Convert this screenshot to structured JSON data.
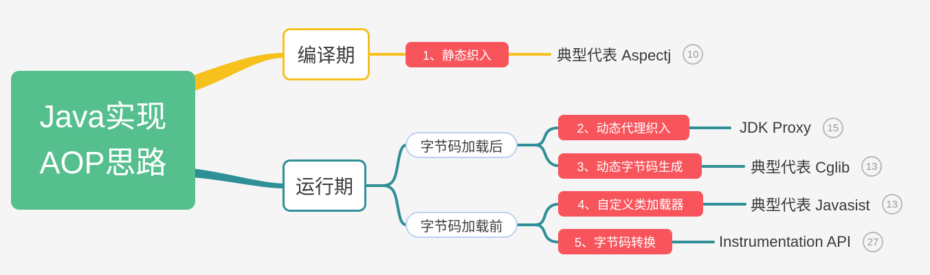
{
  "colors": {
    "background": "#f5f5f6",
    "root_green": "#55bf8e",
    "compile_branch_yellow": "#f6c01d",
    "runtime_branch_teal": "#2e8f96",
    "item_red": "#f8545c",
    "loader_pill_border_blue": "#bcd0ed",
    "text_dark": "#3c3c3c",
    "count_badge_gray": "#9a9a9a"
  },
  "root": {
    "lines": [
      "Java实现",
      "AOP思路"
    ]
  },
  "compile": {
    "label": "编译期",
    "item": {
      "label": "1、静态织入",
      "detail": "典型代表 Aspectj",
      "count": "10"
    }
  },
  "runtime": {
    "label": "运行期",
    "after_load": {
      "label": "字节码加载后",
      "items": [
        {
          "label": "2、动态代理织入",
          "detail": "JDK Proxy",
          "count": "15"
        },
        {
          "label": "3、动态字节码生成",
          "detail": "典型代表 Cglib",
          "count": "13"
        }
      ]
    },
    "before_load": {
      "label": "字节码加载前",
      "items": [
        {
          "label": "4、自定义类加载器",
          "detail": "典型代表 Javasist",
          "count": "13"
        },
        {
          "label": "5、字节码转换",
          "detail": "Instrumentation API",
          "count": "27"
        }
      ]
    }
  }
}
